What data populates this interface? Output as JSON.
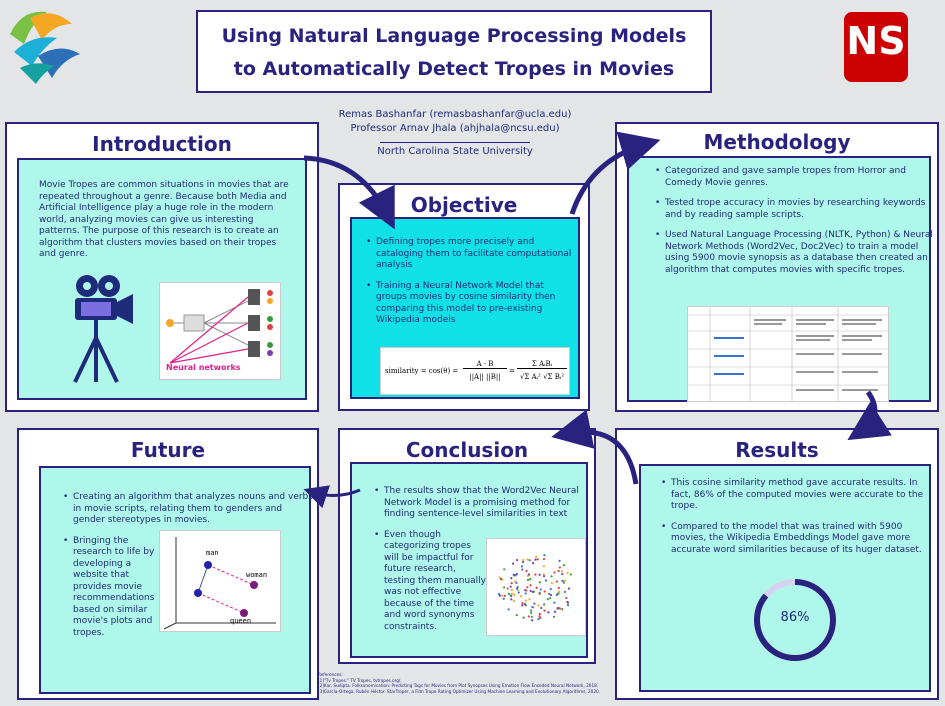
{
  "header": {
    "title_line1": "Using Natural Language Processing Models",
    "title_line2": "to Automatically Detect Tropes in Movies",
    "author1": "Remas Bashanfar (remasbashanfar@ucla.edu)",
    "author2": "Professor Arnav Jhala (ahjhala@ncsu.edu)",
    "university": "North Carolina State University",
    "logo_right_text": "NS"
  },
  "introduction": {
    "title": "Introduction",
    "body": "Movie Tropes are common situations in movies that are repeated throughout a genre. Because both Media and Artificial Intelligence play a huge role in the modern world, analyzing movies can give us interesting patterns. The purpose of this research is to create an algorithm that clusters movies based on their tropes and genre.",
    "diagram_label": "Neural networks"
  },
  "objective": {
    "title": "Objective",
    "bullets": [
      "Defining tropes more precisely and cataloging them to facilitate computational analysis",
      "Training a Neural Network Model that groups movies by cosine similarity then comparing this model to pre-existing Wikipedia models"
    ],
    "formula_lhs": "similarity = cos(θ) =",
    "formula_mid_num": "A · B",
    "formula_mid_den": "||A|| ||B||",
    "formula_eq": "=",
    "formula_rhs_num": "Σ AᵢBᵢ",
    "formula_rhs_den": "√Σ Aᵢ² √Σ Bᵢ²"
  },
  "methodology": {
    "title": "Methodology",
    "bullets": [
      "Categorized and gave sample tropes from Horror and Comedy Movie genres.",
      "Tested trope accuracy in movies by researching keywords and by reading sample scripts.",
      "Used Natural Language Processing (NLTK, Python) & Neural Network Methods (Word2Vec, Doc2Vec) to train a model using 5900 movie synopsis as a database then created an algorithm that computes movies with specific tropes."
    ]
  },
  "results": {
    "title": "Results",
    "bullets": [
      "This cosine similarity method gave accurate results. In fact, 86% of the computed movies were accurate to the trope.",
      "Compared to the model that was trained with 5900 movies, the Wikipedia Embeddings Model gave more accurate word similarities because of its huger dataset."
    ],
    "percent_label": "86%",
    "percent_value": 0.86
  },
  "conclusion": {
    "title": "Conclusion",
    "bullets": [
      "The results show that the Word2Vec Neural Network Model is a promising method for finding sentence-level similarities in text",
      "Even though categorizing tropes will be impactful for future research, testing them manually was not effective because of the time and word synonyms constraints."
    ]
  },
  "future": {
    "title": "Future",
    "bullets": [
      "Creating an algorithm that analyzes nouns and verbs in movie scripts, relating them to genders and gender stereotypes in movies.",
      "Bringing the research to life by developing a website that provides movie recommendations based on similar movie's plots and tropes."
    ],
    "label_man": "man",
    "label_woman": "woman",
    "label_queen": "queen"
  },
  "references": {
    "heading": "References:",
    "lines": [
      "[1]\"Tv Tropes.\" TV Tropes, tvtropes.org/.",
      "[2]Kar, Sudipta. Folksonomication: Predicting Tags for Movies from Plot Synopses Using Emotion Flow Encoded Neural Network, 2018.",
      "[3]García-Ortega, Rubén Héctor. StarTroper, a Film Trope Rating Optimizer Using Machine Learning and Evolutionary Algorithms, 2020."
    ]
  },
  "colors": {
    "navy": "#29237f",
    "mint": "#aff7ea",
    "teal": "#10e1e6",
    "ncsu_red": "#cc0000"
  }
}
